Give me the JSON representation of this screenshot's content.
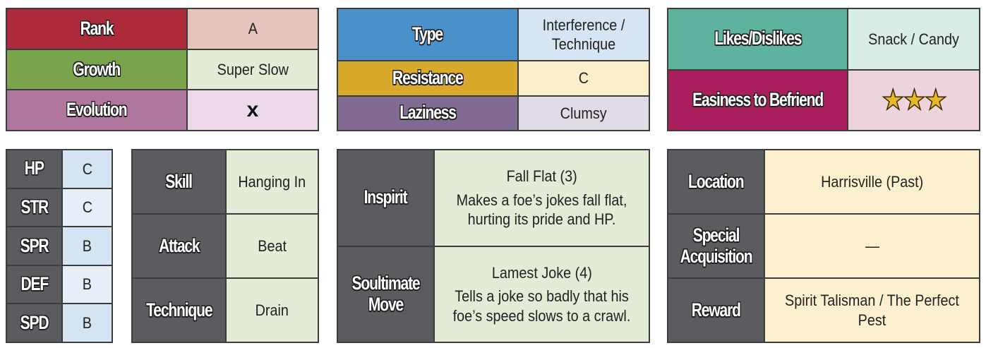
{
  "profile_table": {
    "rank_label": "Rank",
    "rank_value": "A",
    "growth_label": "Growth",
    "growth_value": "Super Slow",
    "evolution_label": "Evolution",
    "evolution_value": "x"
  },
  "type_table": {
    "type_label": "Type",
    "type_value": "Interference / Technique",
    "resistance_label": "Resistance",
    "resistance_value": "C",
    "laziness_label": "Laziness",
    "laziness_value": "Clumsy"
  },
  "likes_table": {
    "likes_label": "Likes/Dislikes",
    "likes_value": "Snack / Candy",
    "befriend_label": "Easiness to Befriend",
    "befriend_stars": "★★★",
    "befriend_rating": 3
  },
  "stats": [
    {
      "label": "HP",
      "value": "C"
    },
    {
      "label": "STR",
      "value": "C"
    },
    {
      "label": "SPR",
      "value": "B"
    },
    {
      "label": "DEF",
      "value": "B"
    },
    {
      "label": "SPD",
      "value": "B"
    }
  ],
  "skills_table": {
    "skill_label": "Skill",
    "skill_value": "Hanging In",
    "attack_label": "Attack",
    "attack_value": "Beat",
    "technique_label": "Technique",
    "technique_value": "Drain"
  },
  "moves_table": {
    "inspirit_label": "Inspirit",
    "inspirit_name": "Fall Flat (3)",
    "inspirit_desc": "Makes a foe’s jokes fall flat, hurting its pride and HP.",
    "soultimate_label": "Soultimate Move",
    "soultimate_name": "Lamest Joke (4)",
    "soultimate_desc": "Tells a joke so badly that his foe’s speed slows to a crawl."
  },
  "location_table": {
    "location_label": "Location",
    "location_value": "Harrisville (Past)",
    "special_label": "Special Acquisition",
    "special_value": "—",
    "reward_label": "Reward",
    "reward_value": "Spirit Talisman / The Perfect Pest"
  },
  "colors": {
    "rank": "#ad2a3a",
    "rank_bg": "#e6c3bb",
    "growth": "#7aa44c",
    "growth_bg": "#e3ecd6",
    "evolution": "#b0779e",
    "evolution_bg": "#ecdaea",
    "type": "#4a90c9",
    "type_bg": "#d6e4f3",
    "resistance": "#d8a92a",
    "resistance_bg": "#fbefc9",
    "laziness": "#816b93",
    "laziness_bg": "#e1dbe5",
    "likes": "#5db39e",
    "likes_bg": "#d9ede7",
    "befriend": "#a91f5d",
    "befriend_bg": "#ecd3dc",
    "stat_bg": "#d5e4f3",
    "skill_bg": "#e3ecd6",
    "move_bg": "#e3ecd6",
    "location_bg": "#fdf0cf",
    "header_gray": "#5b5c60"
  }
}
